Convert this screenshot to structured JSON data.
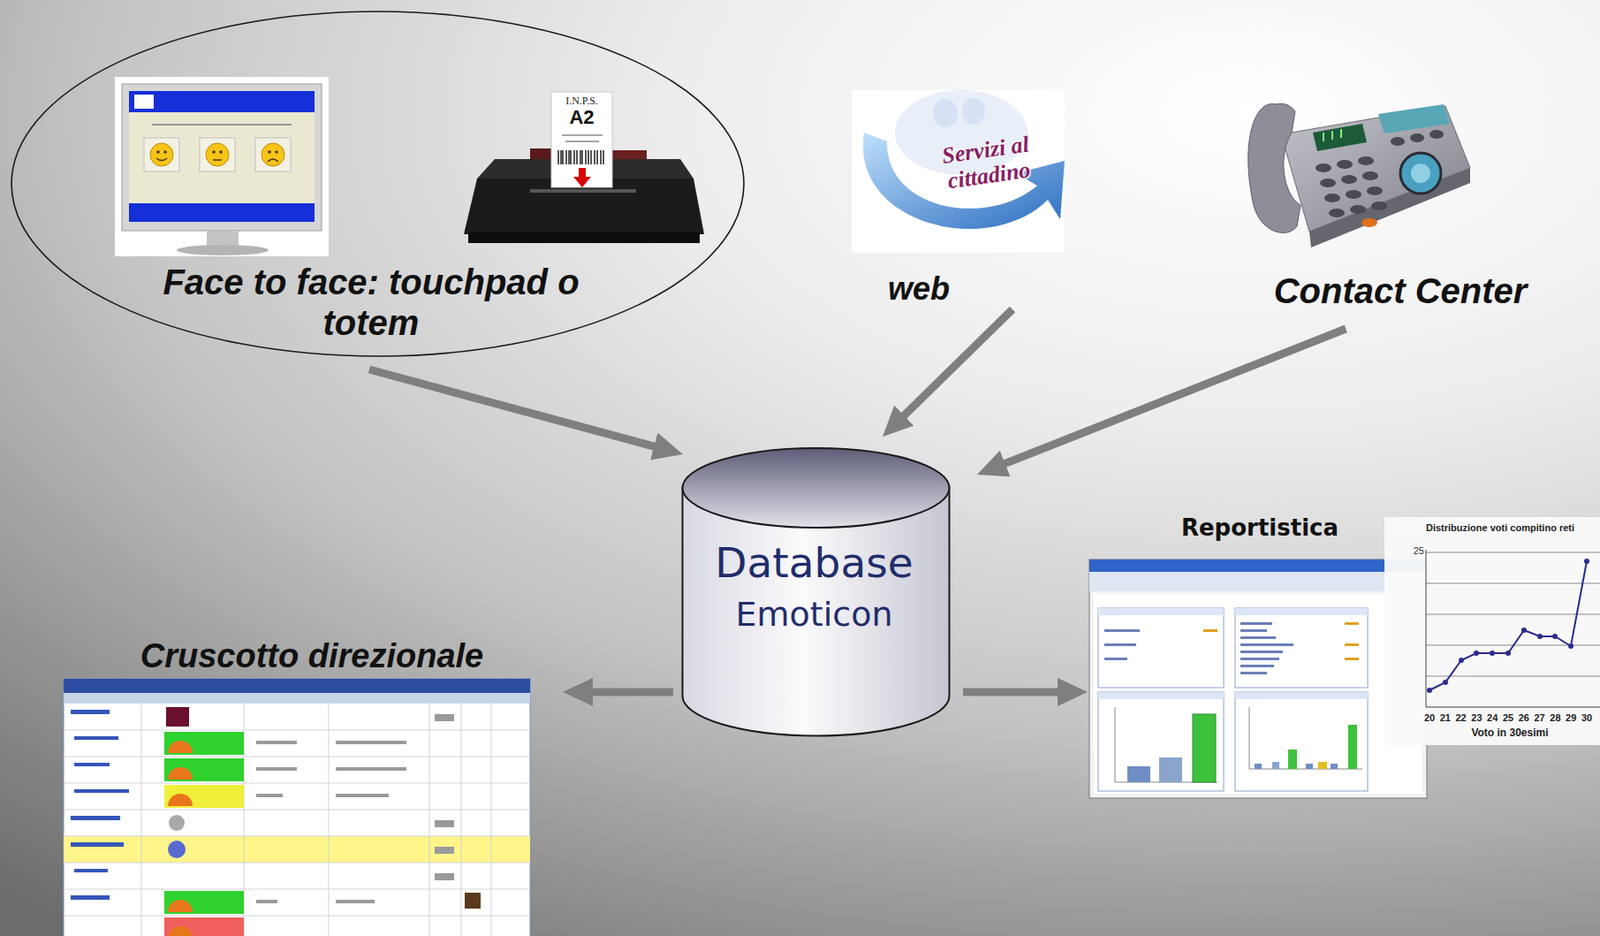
{
  "diagram": {
    "nodes": [
      {
        "text": [
          "Face to face: touchpad o totem"
        ]
      },
      {
        "text": [
          "web"
        ]
      },
      {
        "text": [
          "Contact Center"
        ]
      },
      {
        "text": [
          "Database",
          "Emoticon"
        ]
      },
      {
        "text": [
          "Cruscotto direzionale"
        ]
      },
      {
        "text": [
          "Reportistica"
        ]
      }
    ],
    "edges": [
      {
        "from": 0,
        "to": 3,
        "arrow": "to"
      },
      {
        "from": 1,
        "to": 3,
        "arrow": "to"
      },
      {
        "from": 2,
        "to": 3,
        "arrow": "to"
      },
      {
        "from": 3,
        "to": 4,
        "arrow": "to"
      },
      {
        "from": 3,
        "to": 5,
        "arrow": "to"
      }
    ],
    "labels": [
      "I.N.P.S.",
      "A2",
      "Servizi al cittadino",
      "Distribuzione voti compitino reti",
      "25",
      "20",
      "21",
      "22",
      "23",
      "24",
      "25",
      "26",
      "27",
      "28",
      "29",
      "30",
      "Voto in 30esimi"
    ]
  }
}
